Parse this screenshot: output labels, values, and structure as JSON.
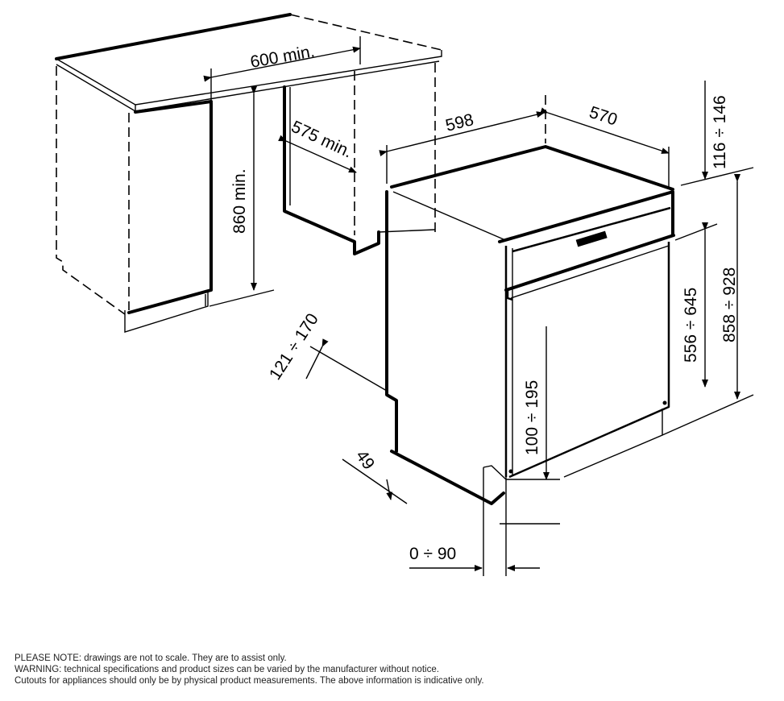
{
  "dimensions": {
    "counter_width": "600 min.",
    "counter_depth": "575 min.",
    "counter_height": "860 min.",
    "appliance_width": "598",
    "appliance_depth": "570",
    "top_gap": "116 ÷ 146",
    "door_height": "556 ÷ 645",
    "appliance_height": "858 ÷ 928",
    "door_offset": "121 ÷ 170",
    "side_gap": "49",
    "plinth_height": "100 ÷ 195",
    "plinth_depth": "0 ÷ 90"
  },
  "notes": [
    "PLEASE NOTE:  drawings are not to scale.  They are to assist only.",
    "WARNING:  technical specifications and product sizes can be varied by the manufacturer without notice.",
    "Cutouts for appliances should only be by physical product measurements.  The above information is indicative only."
  ]
}
